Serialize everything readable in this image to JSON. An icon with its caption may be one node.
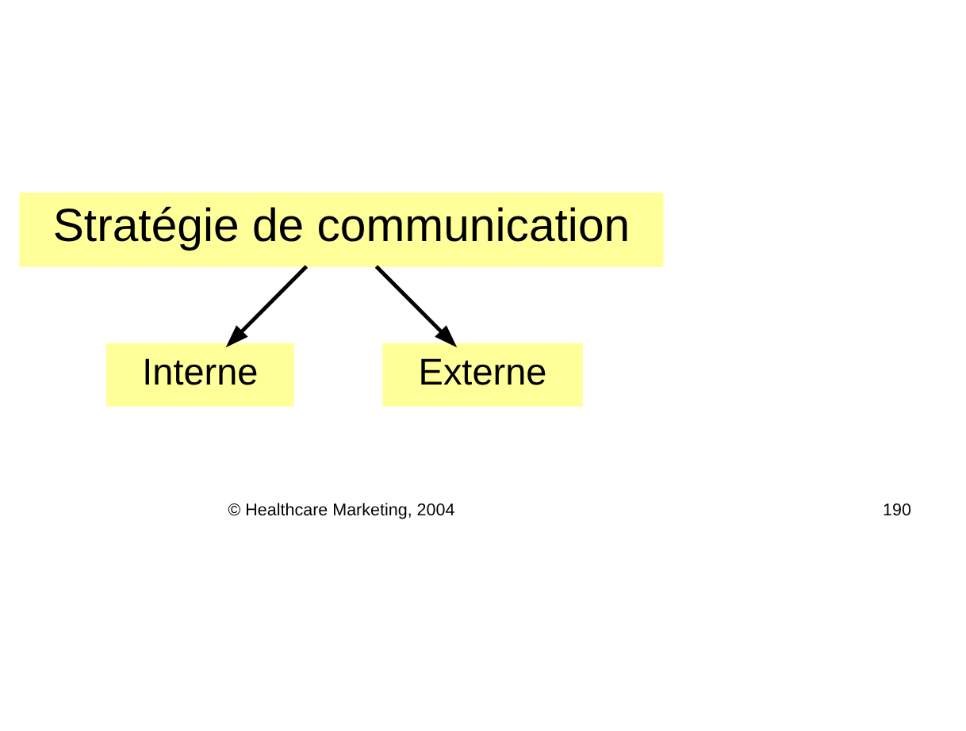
{
  "diagram": {
    "nodes": [
      {
        "text": [
          "Stratégie de communication"
        ]
      },
      {
        "text": [
          "Interne"
        ]
      },
      {
        "text": [
          "Externe"
        ]
      }
    ],
    "edges": [
      {
        "from": 0,
        "to": 1,
        "arrow": "to"
      },
      {
        "from": 0,
        "to": 2,
        "arrow": "to"
      }
    ],
    "labels": [
      "© Healthcare Marketing, 2004",
      "190"
    ]
  }
}
